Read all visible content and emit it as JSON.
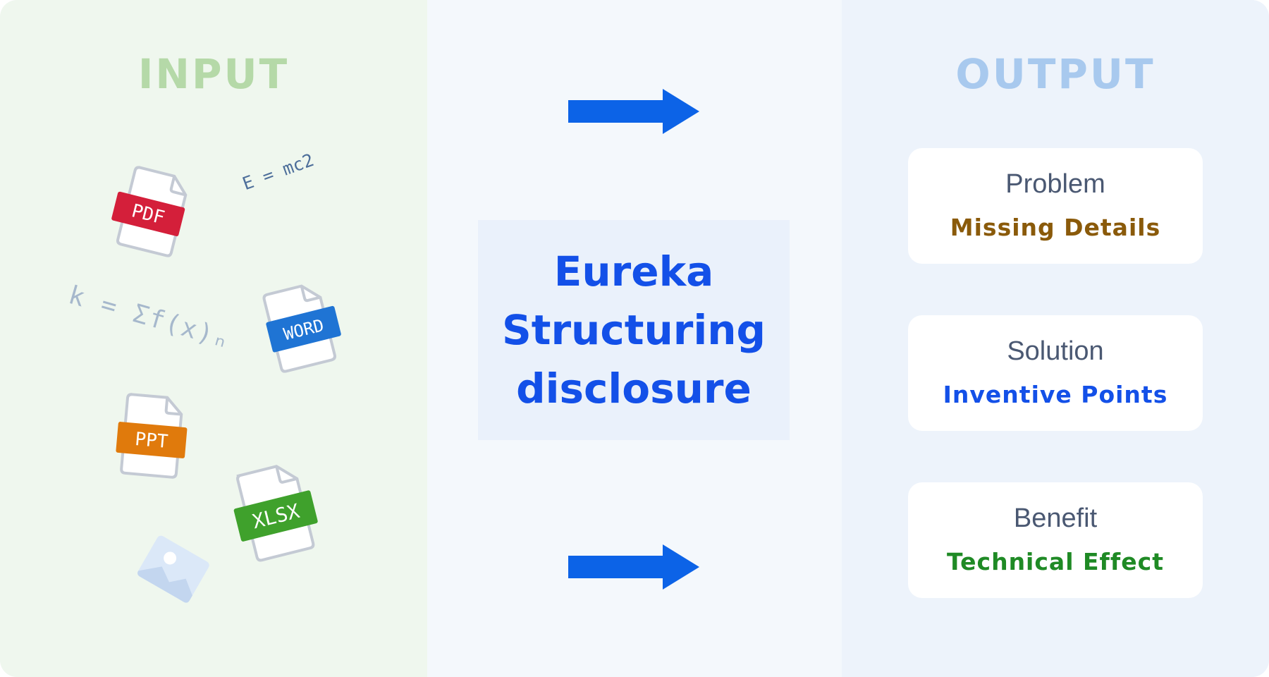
{
  "input": {
    "heading": "INPUT",
    "files": [
      {
        "label": "PDF",
        "color": "#d41f3a"
      },
      {
        "label": "WORD",
        "color": "#1f74d4"
      },
      {
        "label": "PPT",
        "color": "#e07a0c"
      },
      {
        "label": "XLSX",
        "color": "#3fa12c"
      }
    ],
    "formulas": {
      "einstein": "E = mc2",
      "sum": "k = Σf(x)ₙ"
    },
    "image_icon": "image-icon"
  },
  "middle": {
    "title_lines": [
      "Eureka",
      "Structuring",
      "disclosure"
    ],
    "arrow_color": "#0c63e7"
  },
  "output": {
    "heading": "OUTPUT",
    "cards": [
      {
        "label": "Problem",
        "value": "Missing Details",
        "color": "#8a5a0a"
      },
      {
        "label": "Solution",
        "value": "Inventive Points",
        "color": "#1350e8"
      },
      {
        "label": "Benefit",
        "value": "Technical Effect",
        "color": "#1f8a25"
      }
    ]
  }
}
